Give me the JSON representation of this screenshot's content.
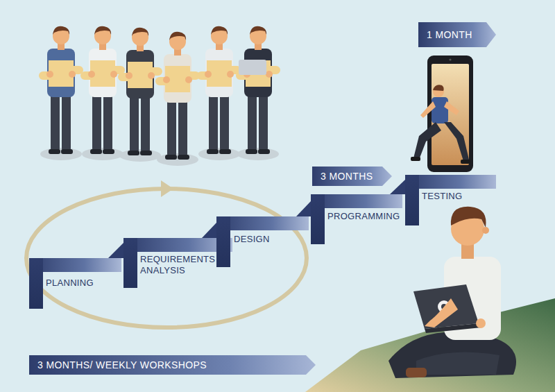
{
  "diagram": {
    "nodes": [
      {
        "text": [
          "PLANNING"
        ]
      },
      {
        "text": [
          "REQUIREMENTS ANALYSIS"
        ]
      },
      {
        "text": [
          "DESIGN"
        ]
      },
      {
        "text": [
          "PROGRAMMING"
        ]
      },
      {
        "text": [
          "TESTING"
        ]
      },
      {
        "text": [
          "3 MONTHS"
        ]
      },
      {
        "text": [
          "1 MONTH"
        ]
      },
      {
        "text": [
          "3 MONTHS/ WEEKLY WORKSHOPS"
        ]
      }
    ]
  }
}
